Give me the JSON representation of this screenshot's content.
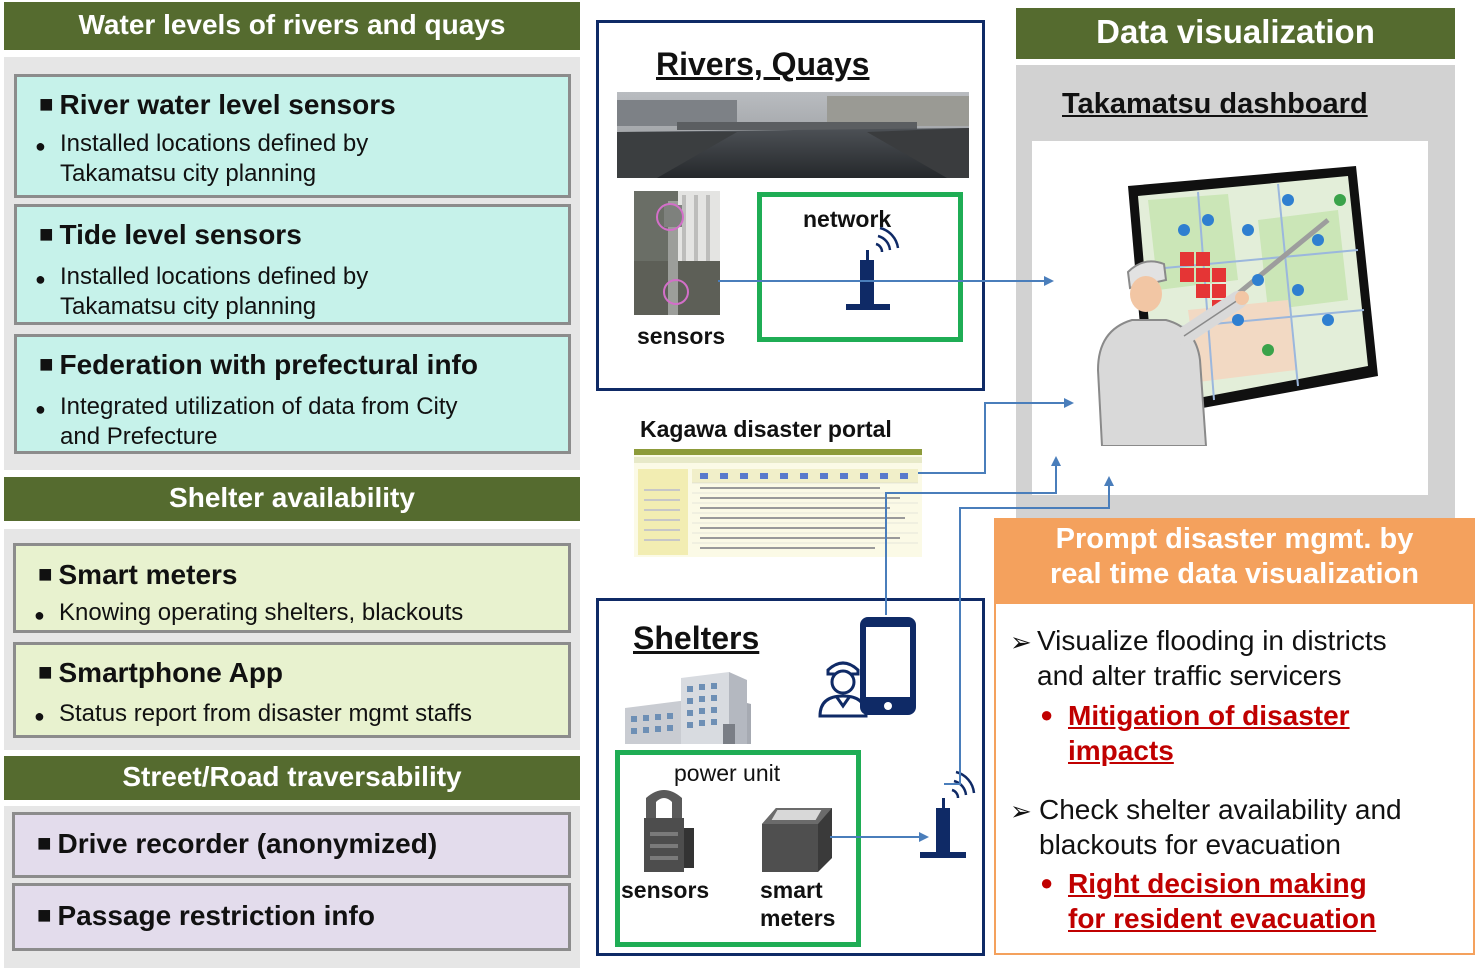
{
  "left": {
    "water": {
      "header": "Water levels of rivers and quays",
      "cards": [
        {
          "title": "River water level sensors",
          "body": [
            "Installed locations defined by",
            "Takamatsu city planning"
          ]
        },
        {
          "title": "Tide level sensors",
          "body": [
            "Installed locations defined by",
            "Takamatsu city planning"
          ]
        },
        {
          "title": "Federation with prefectural info",
          "body": [
            "Integrated utilization of data from City",
            "and Prefecture"
          ]
        }
      ]
    },
    "shelter": {
      "header": "Shelter availability",
      "cards": [
        {
          "title": "Smart meters",
          "body": [
            "Knowing operating shelters, blackouts"
          ]
        },
        {
          "title": "Smartphone App",
          "body": [
            "Status report from disaster mgmt staffs"
          ]
        }
      ]
    },
    "street": {
      "header": "Street/Road traversability",
      "cards": [
        {
          "title": "Drive recorder (anonymized)"
        },
        {
          "title": "Passage restriction info"
        }
      ]
    }
  },
  "center": {
    "rivers": {
      "title": "Rivers, Quays",
      "network_label": "network",
      "sensors_label": "sensors"
    },
    "portal": {
      "title": "Kagawa disaster portal"
    },
    "shelters": {
      "title": "Shelters",
      "power_unit_label": "power unit",
      "sensors_label": "sensors",
      "meters_label_1": "smart",
      "meters_label_2": "meters"
    }
  },
  "right": {
    "header": "Data visualization",
    "dashboard_title": "Takamatsu dashboard",
    "prompt": {
      "title_1": "Prompt disaster mgmt. by",
      "title_2": "real time data visualization",
      "items": [
        {
          "line1": "Visualize flooding in districts",
          "line2": "and alter traffic servicers",
          "red1": "Mitigation of disaster",
          "red2": "impacts"
        },
        {
          "line1": "Check shelter availability and",
          "line2": "blackouts for evacuation",
          "red1": "Right decision making",
          "red2": "for resident evacuation"
        }
      ]
    }
  },
  "colors": {
    "olive": "#556b2f",
    "navy": "#0f2a66",
    "green": "#1fad55",
    "orange": "#f4a15d",
    "red": "#c00000",
    "arrow": "#4a7ebb"
  }
}
